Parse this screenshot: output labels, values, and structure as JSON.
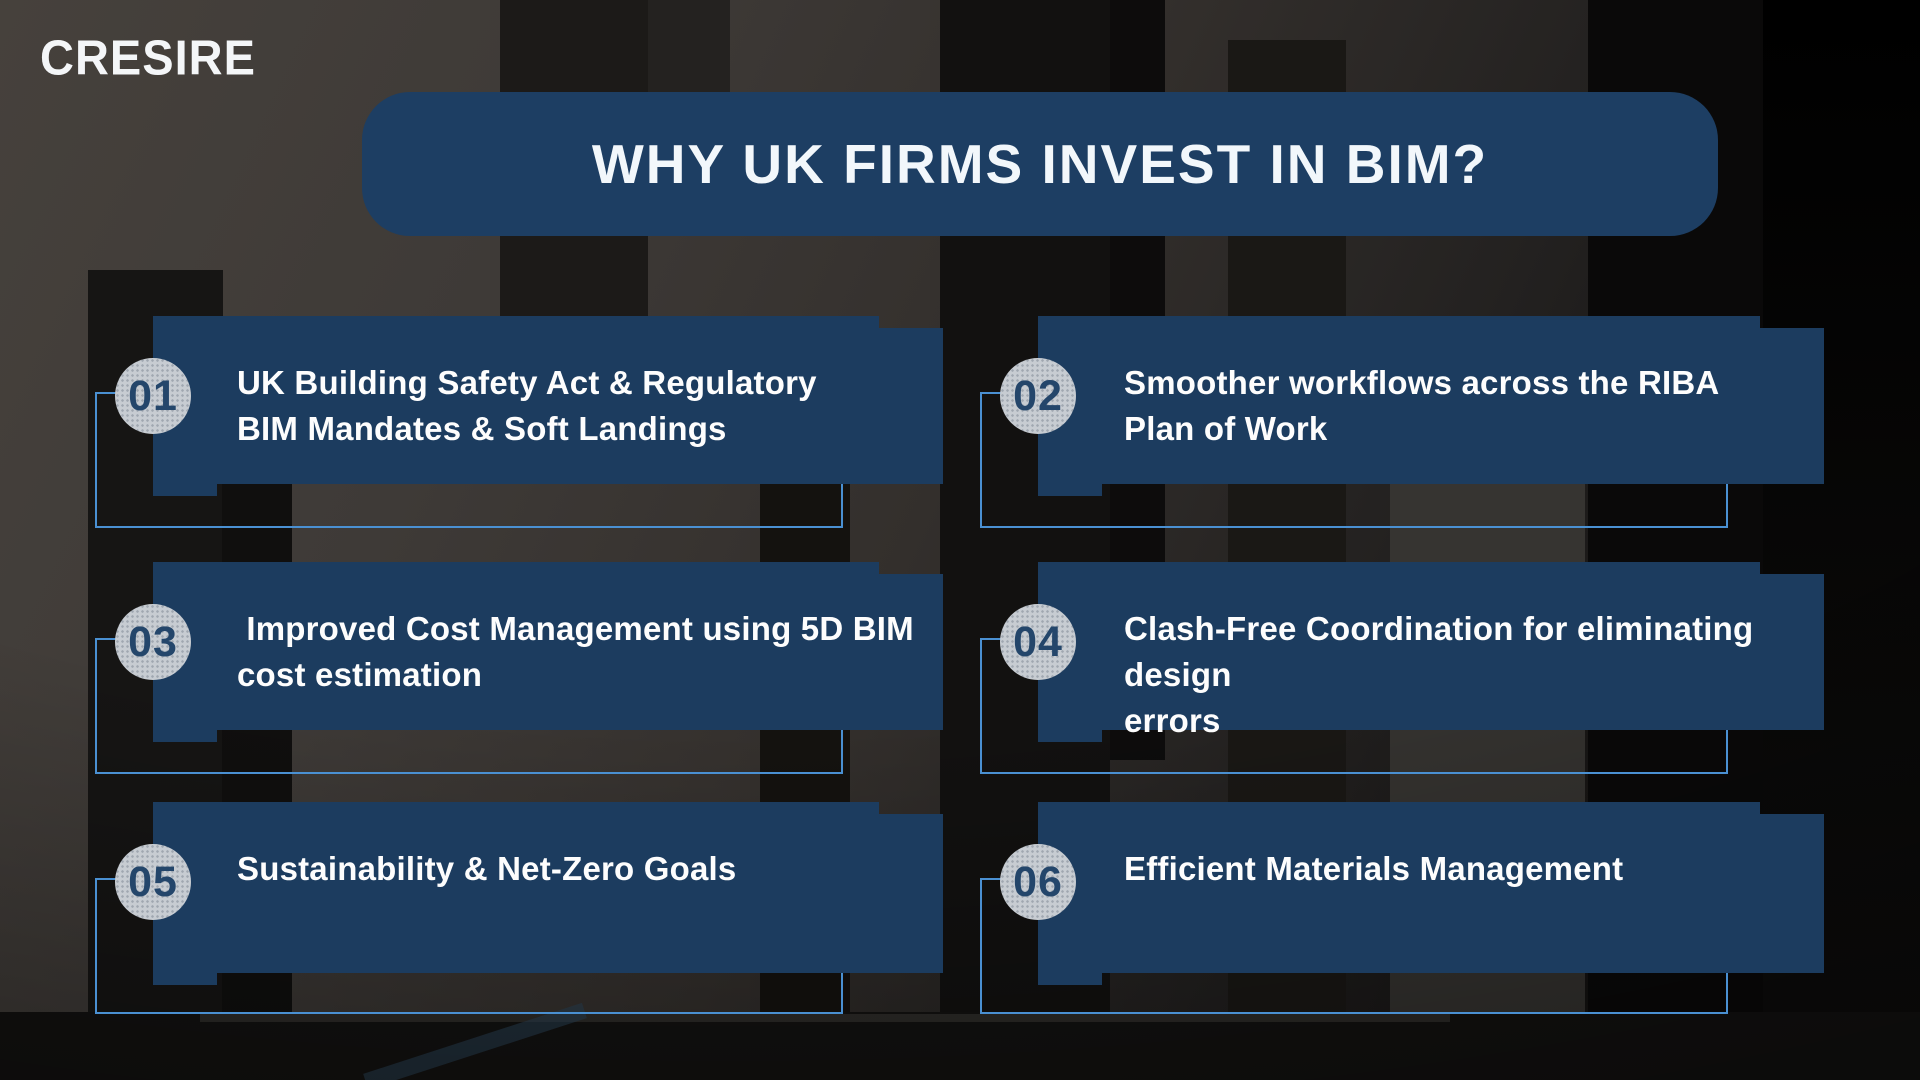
{
  "brand": {
    "logo_text": "CRESIRE"
  },
  "header": {
    "title": "WHY UK FIRMS INVEST IN BIM?"
  },
  "colors": {
    "banner_navy": "#1d3e63",
    "card_navy": "#1c3c5f",
    "outline_blue": "#4a90d2",
    "badge_gray": "#c7ccd2",
    "text_white": "#fdfdfd"
  },
  "cards": [
    {
      "number": "01",
      "text": "UK Building Safety Act & Regulatory\nBIM Mandates & Soft Landings"
    },
    {
      "number": "02",
      "text": "Smoother workflows across the RIBA\nPlan of Work"
    },
    {
      "number": "03",
      "text": " Improved Cost Management using 5D BIM\ncost estimation"
    },
    {
      "number": "04",
      "text": "Clash-Free Coordination for eliminating design\nerrors"
    },
    {
      "number": "05",
      "text": "Sustainability & Net-Zero Goals"
    },
    {
      "number": "06",
      "text": "Efficient Materials Management"
    }
  ]
}
